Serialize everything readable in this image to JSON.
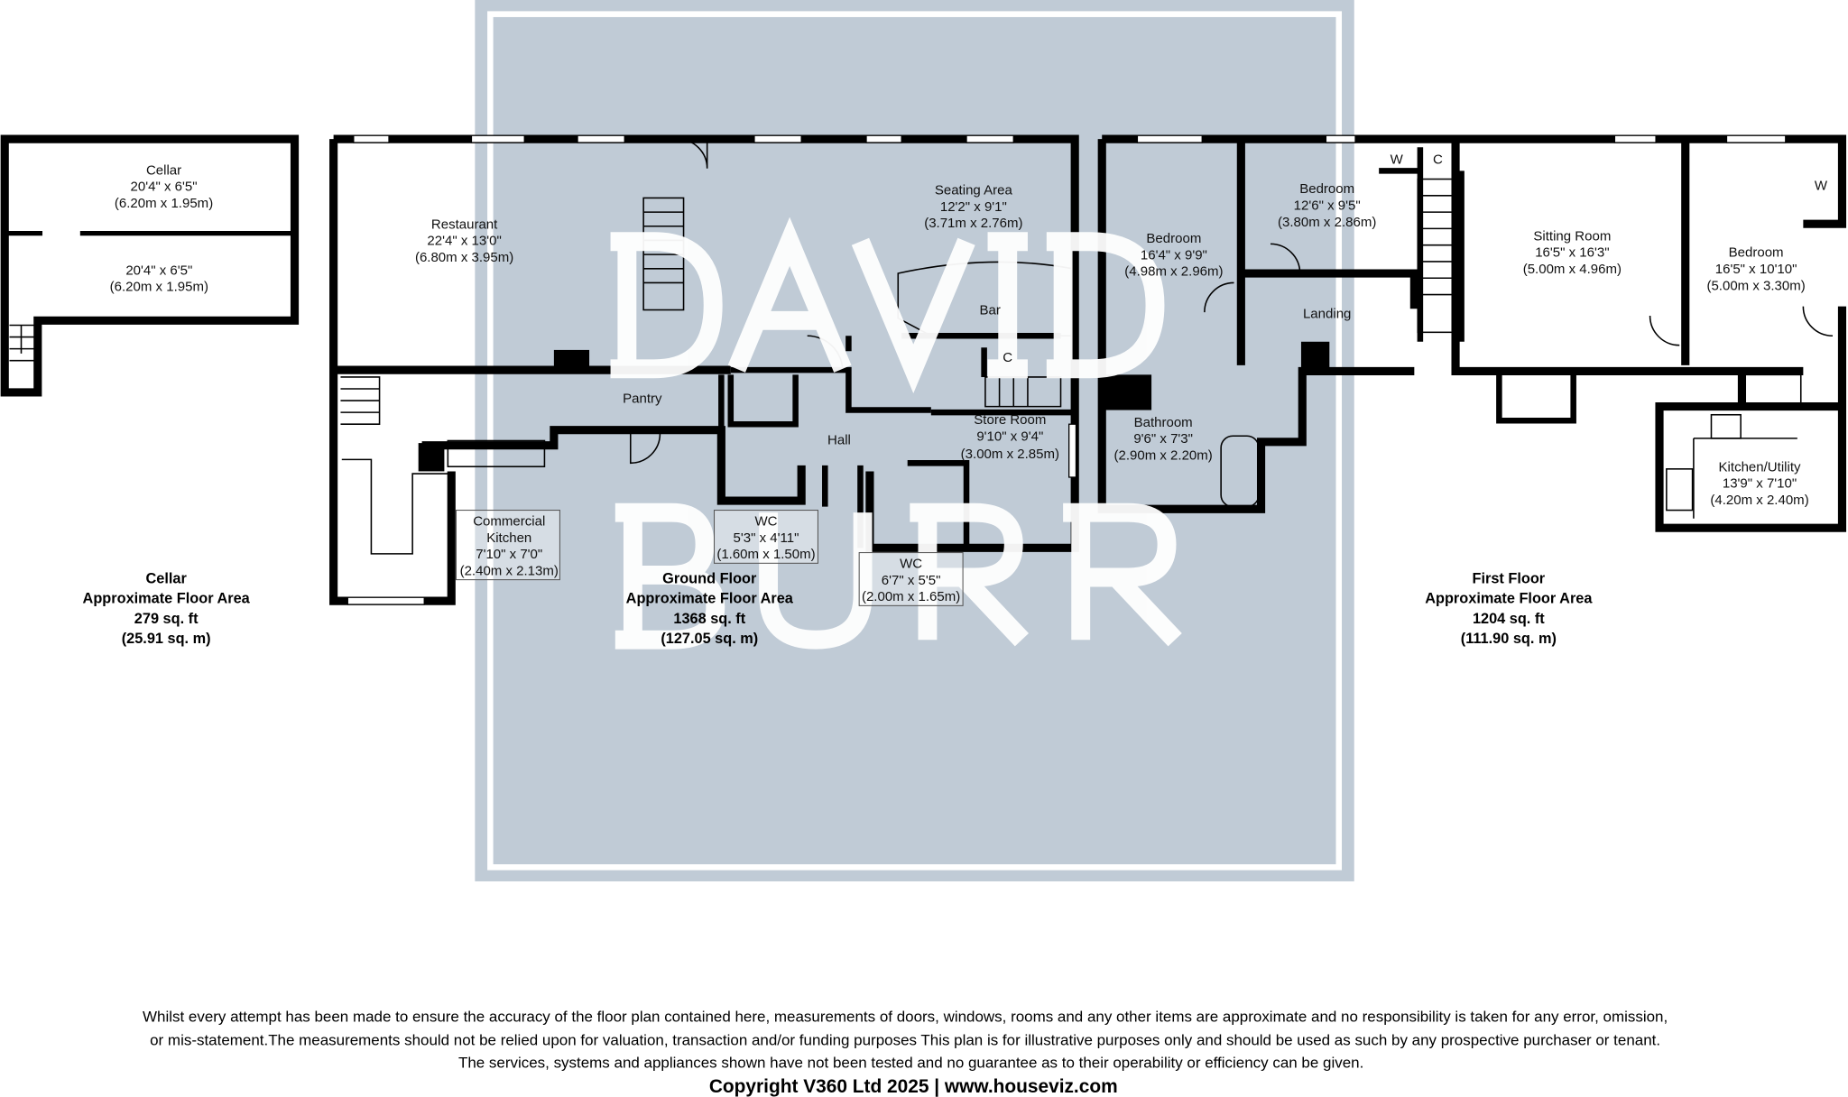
{
  "watermark": {
    "line1": "DAVID",
    "line2": "BURR",
    "bg_color": "#c0cbd6"
  },
  "cellar": {
    "rooms": [
      {
        "name": "Cellar",
        "imperial": "20'4\" x 6'5\"",
        "metric": "(6.20m x 1.95m)"
      },
      {
        "name": "",
        "imperial": "20'4\" x 6'5\"",
        "metric": "(6.20m x 1.95m)"
      }
    ],
    "summary": {
      "floor": "Cellar",
      "label": "Approximate Floor Area",
      "sqft": "279 sq. ft",
      "sqm": "(25.91 sq. m)"
    }
  },
  "ground": {
    "rooms": [
      {
        "name": "Restaurant",
        "imperial": "22'4\" x 13'0\"",
        "metric": "(6.80m x 3.95m)"
      },
      {
        "name": "Seating Area",
        "imperial": "12'2\" x 9'1\"",
        "metric": "(3.71m x 2.76m)"
      },
      {
        "name": "Bar"
      },
      {
        "name": "C"
      },
      {
        "name": "Pantry"
      },
      {
        "name": "Hall"
      },
      {
        "name": "Store Room",
        "imperial": "9'10\" x 9'4\"",
        "metric": "(3.00m x 2.85m)"
      },
      {
        "name": "WC",
        "imperial": "5'3\" x 4'11\"",
        "metric": "(1.60m x 1.50m)"
      },
      {
        "name": "WC",
        "imperial": "6'7\" x 5'5\"",
        "metric": "(2.00m x 1.65m)"
      },
      {
        "name": "Commercial",
        "name2": "Kitchen",
        "imperial": "7'10\" x 7'0\"",
        "metric": "(2.40m x 2.13m)"
      }
    ],
    "summary": {
      "floor": "Ground Floor",
      "label": "Approximate Floor Area",
      "sqft": "1368 sq. ft",
      "sqm": "(127.05 sq. m)"
    }
  },
  "first": {
    "rooms": [
      {
        "name": "Bedroom",
        "imperial": "16'4\" x 9'9\"",
        "metric": "(4.98m x 2.96m)"
      },
      {
        "name": "Bedroom",
        "imperial": "12'6\" x 9'5\"",
        "metric": "(3.80m x 2.86m)"
      },
      {
        "name": "W"
      },
      {
        "name": "C"
      },
      {
        "name": "Landing"
      },
      {
        "name": "Sitting Room",
        "imperial": "16'5\" x 16'3\"",
        "metric": "(5.00m x 4.96m)"
      },
      {
        "name": "Bedroom",
        "imperial": "16'5\" x 10'10\"",
        "metric": "(5.00m x 3.30m)"
      },
      {
        "name": "W"
      },
      {
        "name": "Bathroom",
        "imperial": "9'6\" x 7'3\"",
        "metric": "(2.90m x 2.20m)"
      },
      {
        "name": "Kitchen/Utility",
        "imperial": "13'9\" x 7'10\"",
        "metric": "(4.20m x 2.40m)"
      }
    ],
    "summary": {
      "floor": "First Floor",
      "label": "Approximate Floor Area",
      "sqft": "1204 sq. ft",
      "sqm": "(111.90 sq. m)"
    }
  },
  "footer": {
    "disclaimer": [
      "Whilst every attempt has been made to ensure the accuracy of the floor plan contained here, measurements of doors, windows, rooms and any other items are approximate and no responsibility is taken for any error, omission,",
      "or mis-statement.The measurements should not be relied upon for valuation, transaction and/or funding purposes This plan is for illustrative purposes only and should be used as such by any prospective purchaser or tenant.",
      "The services, systems and appliances shown have not been tested and no guarantee as to their operability or efficiency can be given."
    ],
    "copyright": "Copyright V360 Ltd 2025 | www.houseviz.com"
  }
}
